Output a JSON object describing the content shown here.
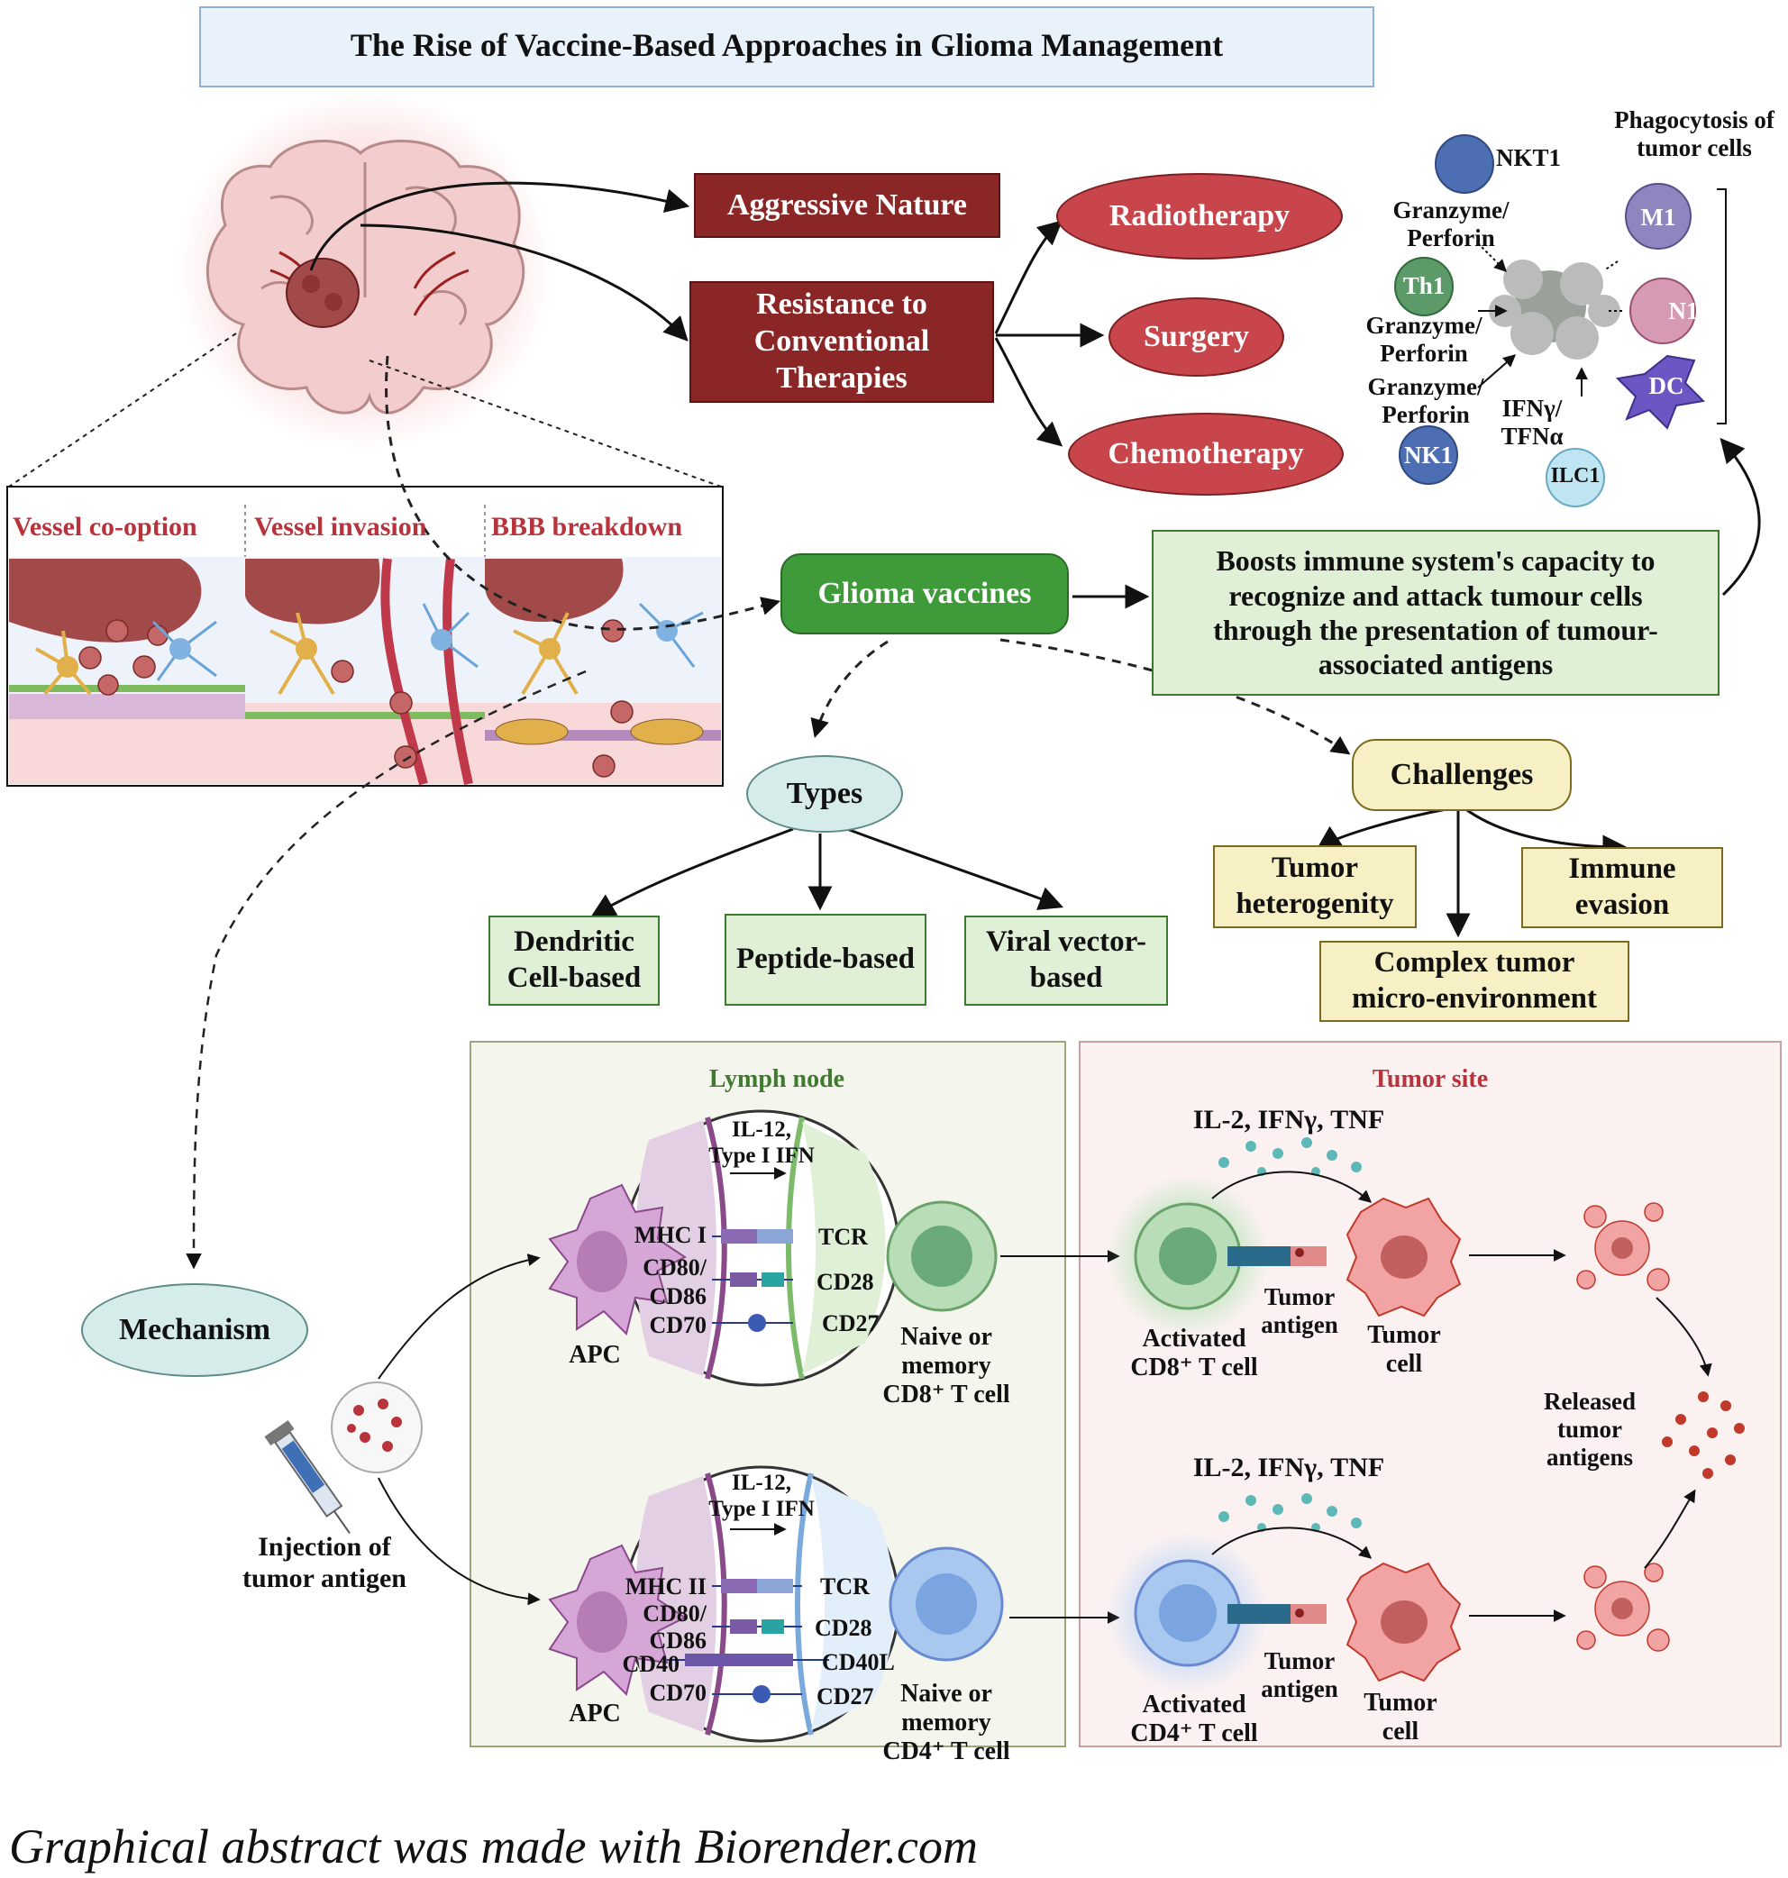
{
  "title": "The Rise of Vaccine-Based Approaches in Glioma Management",
  "problems": {
    "aggressive": "Aggressive Nature",
    "resistance": [
      "Resistance to",
      "Conventional",
      "Therapies"
    ]
  },
  "therapies": [
    "Radiotherapy",
    "Surgery",
    "Chemotherapy"
  ],
  "immune_panel": {
    "phagocytosis": [
      "Phagocytosis of",
      "tumor cells"
    ],
    "cells": [
      "NKT1",
      "Th1",
      "NK1",
      "ILC1",
      "M1",
      "N1",
      "DC"
    ],
    "granzyme": [
      "Granzyme/",
      "Perforin"
    ],
    "ifn": [
      "IFNγ/",
      "TFNα"
    ]
  },
  "vessel_panels": [
    "Vessel co-option",
    "Vessel invasion",
    "BBB breakdown"
  ],
  "vaccine": "Glioma vaccines",
  "boost_text": [
    "Boosts immune system's capacity to",
    "recognize and attack tumour cells",
    "through the presentation of tumour-",
    "associated antigens"
  ],
  "types": {
    "label": "Types",
    "items": [
      [
        "Dendritic",
        "Cell-based"
      ],
      [
        "Peptide-based"
      ],
      [
        "Viral vector-",
        "based"
      ]
    ]
  },
  "challenges": {
    "label": "Challenges",
    "items": [
      [
        "Tumor",
        "heterogenity"
      ],
      [
        "Complex tumor",
        "micro-environment"
      ],
      [
        "Immune",
        "evasion"
      ]
    ]
  },
  "mechanism": "Mechanism",
  "injection": [
    "Injection of",
    "tumor antigen"
  ],
  "lymph_node": {
    "title": "Lymph node",
    "apc": "APC",
    "cytokines": [
      "IL-12,",
      "Type I IFN"
    ],
    "top_left": [
      "MHC I",
      "CD80/",
      "CD86",
      "CD70"
    ],
    "top_right": [
      "TCR",
      "CD28",
      "CD27"
    ],
    "top_cell": [
      "Naive or",
      "memory",
      "CD8⁺ T cell"
    ],
    "bottom_left": [
      "MHC II",
      "CD80/",
      "CD86",
      "CD40",
      "CD70"
    ],
    "bottom_right": [
      "TCR",
      "CD28",
      "CD40L",
      "CD27"
    ],
    "bottom_cell": [
      "Naive or",
      "memory",
      "CD4⁺ T cell"
    ]
  },
  "tumor_site": {
    "title": "Tumor site",
    "cytokines": "IL-2, IFNγ, TNF",
    "activated_cd8": [
      "Activated",
      "CD8⁺ T cell"
    ],
    "activated_cd4": [
      "Activated",
      "CD4⁺ T cell"
    ],
    "tumor_antigen": [
      "Tumor",
      "antigen"
    ],
    "tumor_cell": [
      "Tumor",
      "cell"
    ],
    "released": [
      "Released",
      "tumor",
      "antigens"
    ]
  },
  "footer": "Graphical abstract was made with Biorender.com",
  "colors": {
    "dark_red": "#8b2626",
    "therapy_red": "#c8464b",
    "vaccine_green": "#3f9a3a",
    "light_green": "#dff0d7",
    "light_yellow": "#f6f0c4",
    "teal": "#d6ecea",
    "title_bg": "#e9f1fb",
    "tumor_red": "#c0392b"
  }
}
